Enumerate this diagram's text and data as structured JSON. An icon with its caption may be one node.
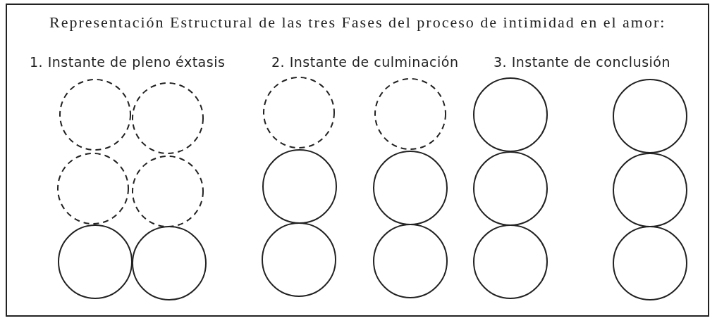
{
  "diagram": {
    "title": "Representación Estructural de las tres Fases del proceso de intimidad en el amor:",
    "labels": [
      "1. Instante de pleno éxtasis",
      "2. Instante de culminación",
      "3. Instante de conclusión"
    ]
  }
}
